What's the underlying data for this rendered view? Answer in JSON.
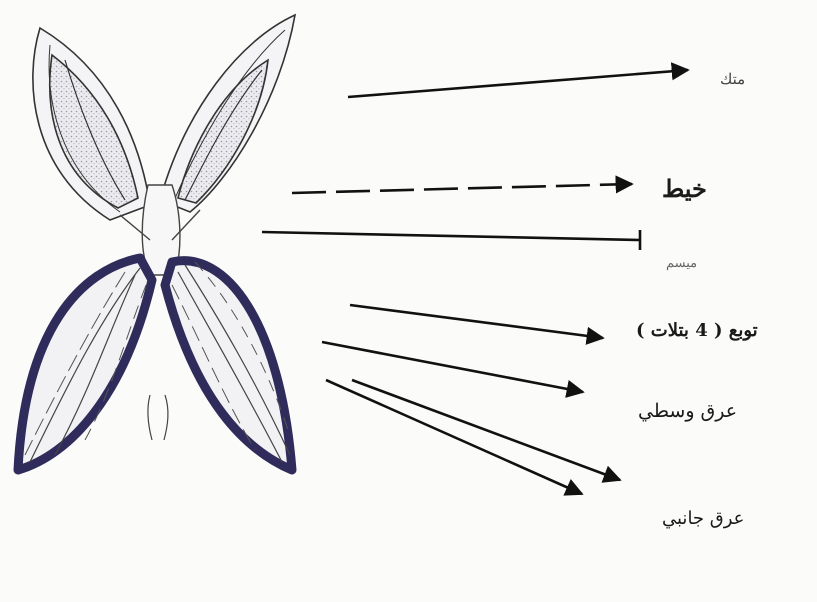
{
  "labels": {
    "anther": "متك",
    "filament": "خيط",
    "stigma": "ميسم",
    "tepals": "توبع ( 4 بتلات )",
    "midrib": "عرق وسطي",
    "lateral_vein": "عرق جانبي"
  },
  "colors": {
    "ink": "#1a1a1a",
    "dark_tepal_edge": "#3c3a6a",
    "speckle_fill": "#d8d6dc",
    "background": "#fbfbf9"
  }
}
